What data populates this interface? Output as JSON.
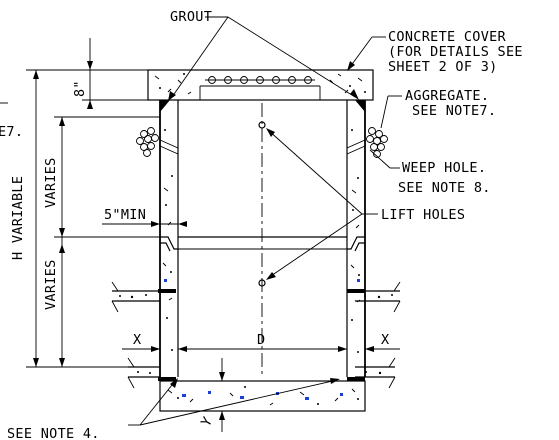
{
  "labels": {
    "grout": "GROUT",
    "concrete_cover_1": "CONCRETE COVER",
    "concrete_cover_2": "(FOR DETAILS SEE",
    "concrete_cover_3": "SHEET 2 OF 3)",
    "aggregate_right_1": "AGGREGATE.",
    "aggregate_right_2": "SEE NOTE7.",
    "aggregate_left": "E7.",
    "weep_hole_1": "WEEP HOLE.",
    "weep_hole_2": "SEE NOTE 8.",
    "lift_holes": "LIFT HOLES",
    "see_note_4": "SEE NOTE 4.",
    "dim_8in": "8\"",
    "dim_varies_upper": "VARIES",
    "dim_varies_lower": "VARIES",
    "dim_h_variable": "H VARIABLE",
    "dim_5in_min": "5\"MIN",
    "dim_x_left": "X",
    "dim_x_right": "X",
    "dim_d": "D",
    "dim_y": "Y"
  }
}
